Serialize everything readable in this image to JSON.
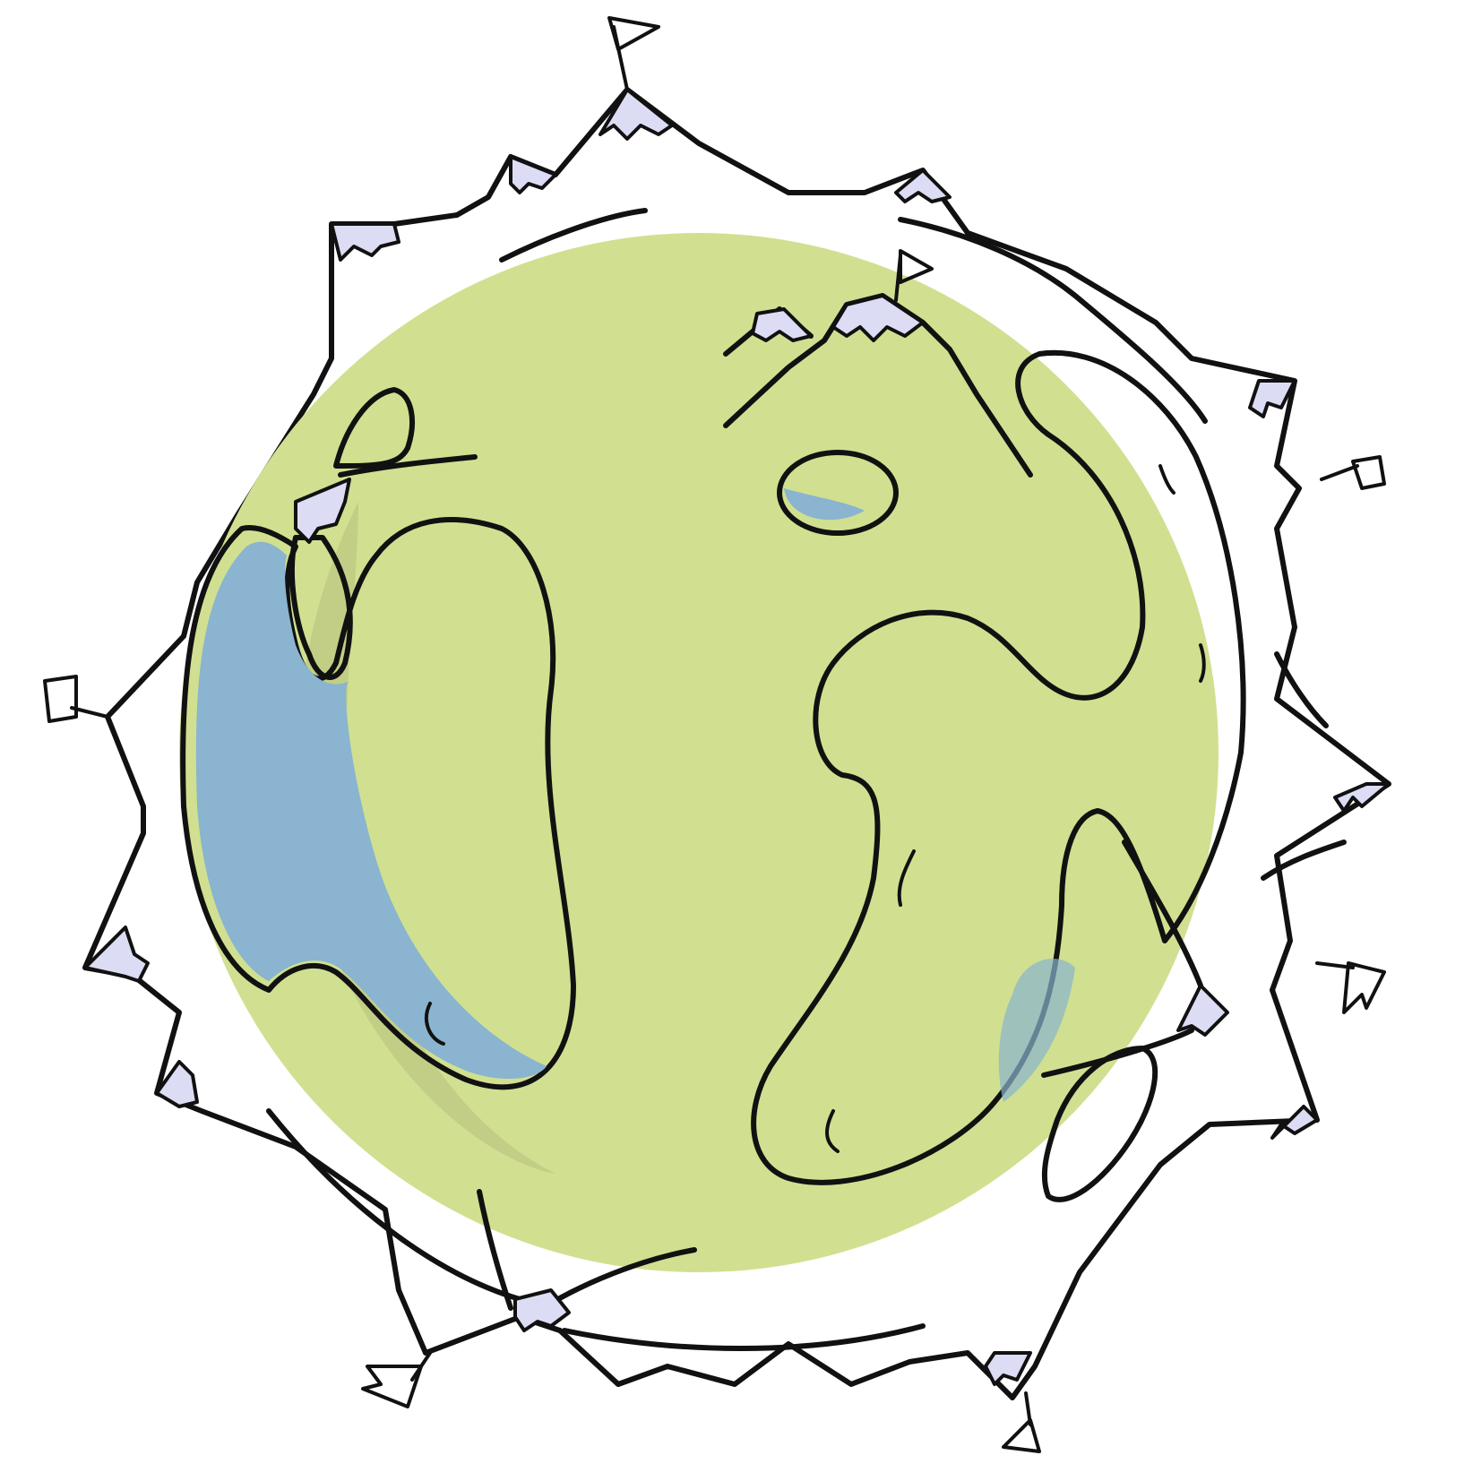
{
  "illustration": {
    "subject": "",
    "colors": {
      "background": "#ffffff",
      "land_outer": "#c5d08c",
      "land_inner": "#d0e090",
      "land_shadow": "#b6c07c",
      "water": "#a8d4ec",
      "water_shadow": "#8ab4cf",
      "snow": "#dcdcf4",
      "outline": "#111111"
    },
    "flags": [
      {
        "name": "flag-top",
        "color": "#8eea5a"
      },
      {
        "name": "flag-summit",
        "color": "#6ad8f0"
      },
      {
        "name": "flag-right-upper",
        "color": "#5ae08a"
      },
      {
        "name": "flag-right-lower",
        "color": "#2aa8d8"
      },
      {
        "name": "flag-left",
        "color": "#f0489a"
      },
      {
        "name": "flag-bottom-left",
        "color": "#5ccaf0"
      },
      {
        "name": "flag-bottom-right",
        "color": "#f2e65a"
      }
    ]
  }
}
